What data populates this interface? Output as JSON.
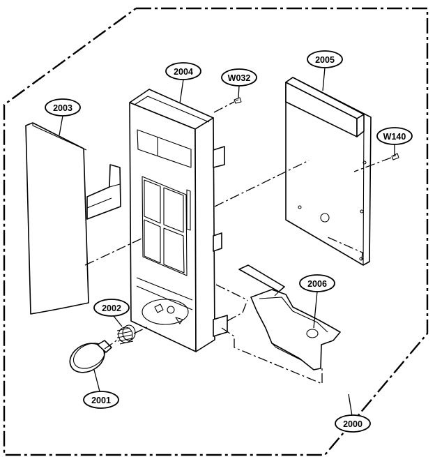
{
  "diagram": {
    "labels": {
      "p2000": "2000",
      "p2001": "2001",
      "p2002": "2002",
      "p2003": "2003",
      "p2004": "2004",
      "p2005": "2005",
      "p2006": "2006",
      "w032": "W032",
      "w140": "W140"
    }
  }
}
